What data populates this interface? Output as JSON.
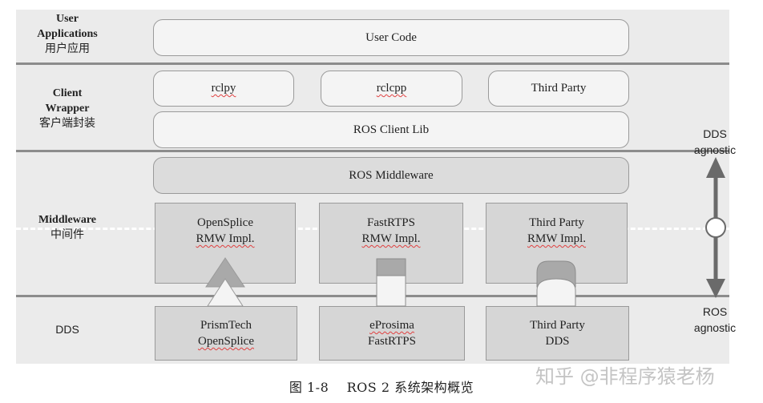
{
  "layers": {
    "user_applications": {
      "label_en": "User Applications",
      "label_zh": "用户应用"
    },
    "client_wrapper": {
      "label_en_1": "Client",
      "label_en_2": "Wrapper",
      "label_zh": "客户端封装"
    },
    "middleware": {
      "label_en": "Middleware",
      "label_zh": "中间件"
    },
    "dds": {
      "label_en": "DDS"
    }
  },
  "blocks": {
    "user_code": "User Code",
    "rclpy": "rclpy",
    "rclcpp": "rclcpp",
    "third_party_client": "Third Party",
    "ros_client_lib": "ROS Client Lib",
    "ros_middleware": "ROS Middleware"
  },
  "rmw": [
    {
      "line1": "OpenSplice",
      "line2": "RMW Impl."
    },
    {
      "line1": "FastRTPS",
      "line2": "RMW Impl."
    },
    {
      "line1": "Third Party",
      "line2": "RMW Impl."
    }
  ],
  "dds_impls": [
    {
      "line1": "PrismTech",
      "line2": "OpenSplice"
    },
    {
      "line1": "eProsima",
      "line2": "FastRTPS"
    },
    {
      "line1": "Third Party",
      "line2": "DDS"
    }
  ],
  "side_labels": {
    "top_1": "DDS",
    "top_2": "agnostic",
    "bottom_1": "ROS",
    "bottom_2": "agnostic"
  },
  "caption": "图 1-8    ROS 2 系统架构概览",
  "watermark": "知乎 @非程序猿老杨"
}
